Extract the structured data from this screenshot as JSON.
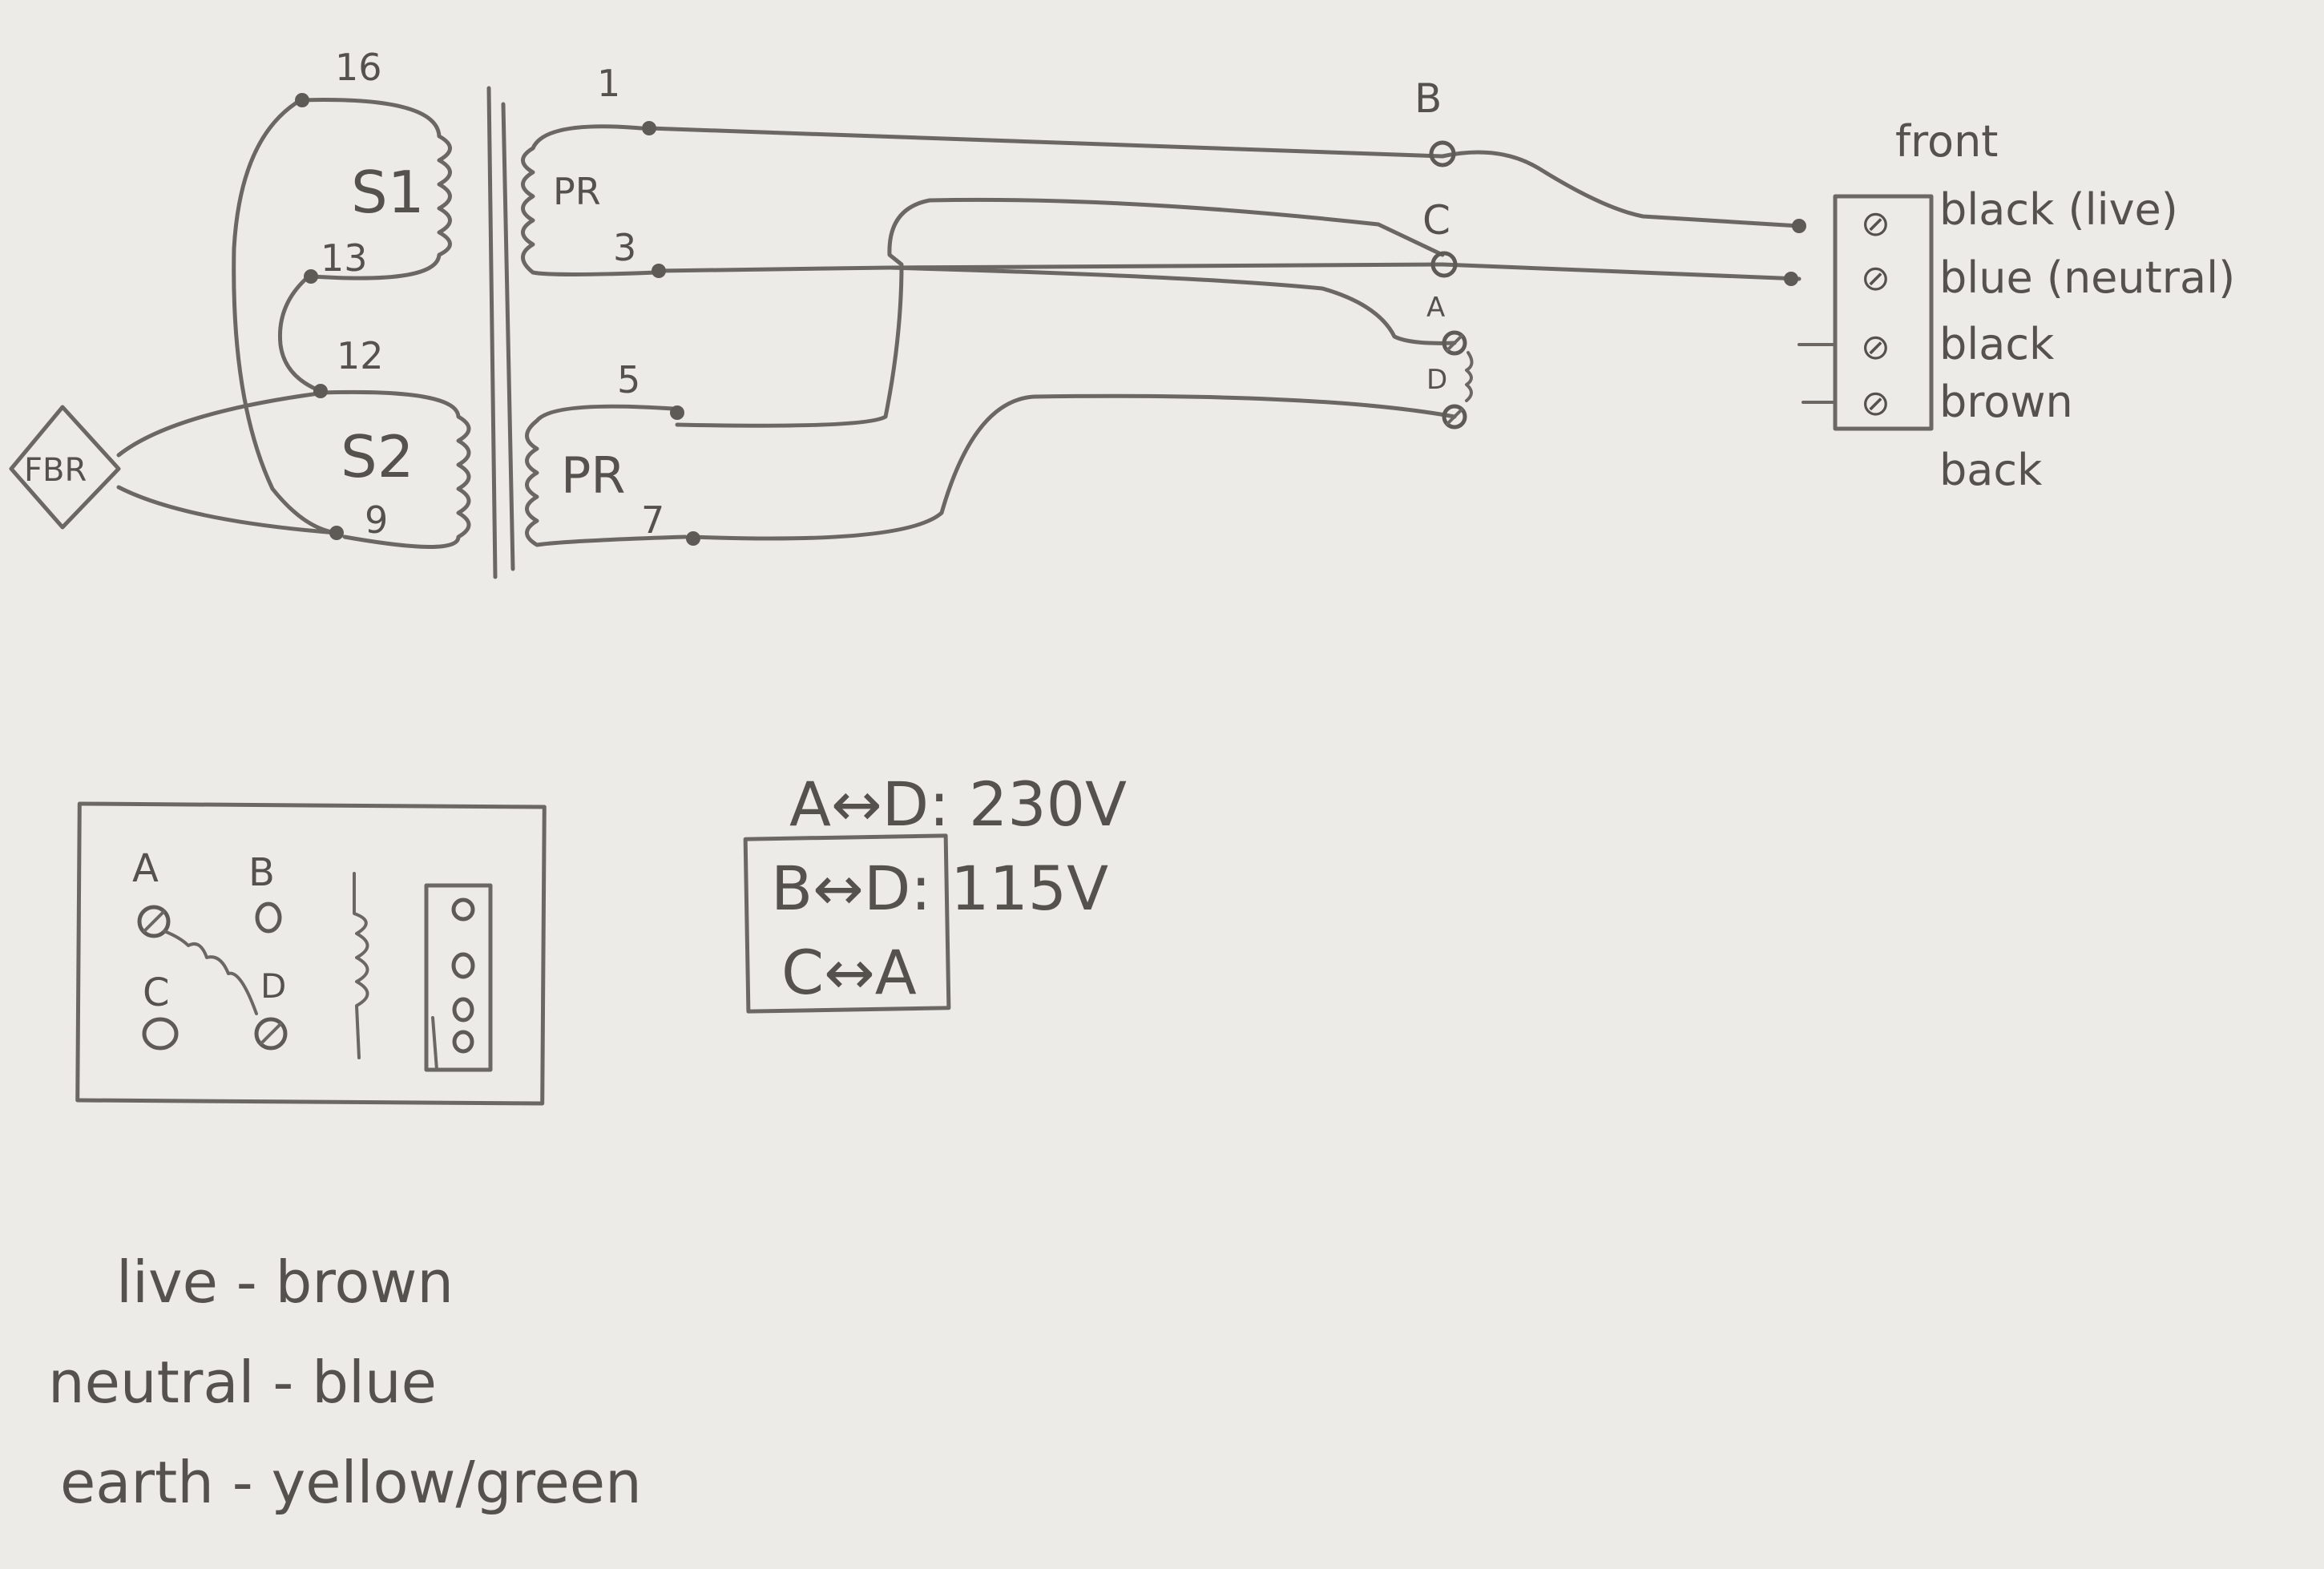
{
  "schematic": {
    "pins": {
      "p16": "16",
      "p13": "13",
      "p12": "12",
      "p9": "9",
      "p1": "1",
      "p3": "3",
      "p5": "5",
      "p7": "7"
    },
    "secondaries": {
      "s1": "S1",
      "s2": "S2"
    },
    "primaries": {
      "upper": "PR",
      "lower": "PR"
    },
    "fuse_label": "FBR",
    "terminals": {
      "b": "B",
      "c": "C",
      "a": "A",
      "d": "D"
    },
    "block": {
      "front_label": "front",
      "back_label": "back",
      "rows": [
        "black (live)",
        "blue (neutral)",
        "black",
        "brown"
      ],
      "screw_glyph": "⊘"
    }
  },
  "panel": {
    "labels": {
      "a": "A",
      "b": "B",
      "c": "C",
      "d": "D"
    }
  },
  "voltages": {
    "ad": "A↔D: 230V",
    "bd": "B↔D: 115V",
    "ca": "C↔A"
  },
  "legend": {
    "live": "live - brown",
    "neutral": "neutral - blue",
    "earth": "earth - yellow/green"
  }
}
